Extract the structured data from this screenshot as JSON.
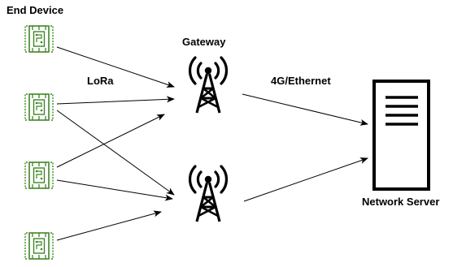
{
  "labels": {
    "end_device": "End Device",
    "lora": "LoRa",
    "gateway": "Gateway",
    "backhaul": "4G/Ethernet",
    "network_server": "Network Server"
  },
  "colors": {
    "device_green": "#3f8624",
    "icon_black": "#000000",
    "line_black": "#000000",
    "background": "#ffffff"
  },
  "icons": {
    "end_device": "iot-device-icon",
    "gateway": "radio-tower-icon",
    "network_server": "server-icon"
  }
}
